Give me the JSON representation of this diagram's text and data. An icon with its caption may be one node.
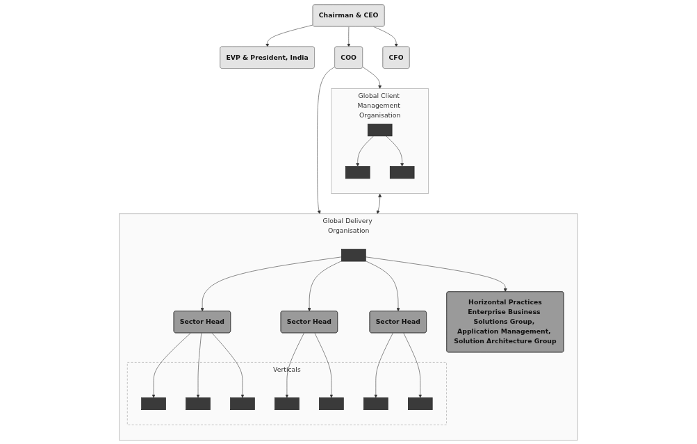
{
  "diagram": {
    "nodes": [
      {
        "text": [
          "Chairman & CEO"
        ]
      },
      {
        "text": [
          "EVP & President, India"
        ]
      },
      {
        "text": [
          "COO"
        ]
      },
      {
        "text": [
          "CFO"
        ]
      },
      {
        "text": [
          "Global Client Management Organisation"
        ]
      },
      {
        "text": [],
        "shape": "box",
        "in": 4
      },
      {
        "text": [],
        "shape": "box",
        "in": 4
      },
      {
        "text": [],
        "shape": "box",
        "in": 4
      },
      {
        "text": [
          "Global Delivery Organisation"
        ]
      },
      {
        "text": [],
        "shape": "box",
        "in": 8
      },
      {
        "text": [
          "Sector Head"
        ],
        "in": 8
      },
      {
        "text": [
          "Sector Head"
        ],
        "in": 8
      },
      {
        "text": [
          "Sector Head"
        ],
        "in": 8
      },
      {
        "text": [
          "Verticals"
        ],
        "in": 8
      },
      {
        "text": [],
        "shape": "box",
        "in": 13
      },
      {
        "text": [],
        "shape": "box",
        "in": 13
      },
      {
        "text": [],
        "shape": "box",
        "in": 13
      },
      {
        "text": [],
        "shape": "box",
        "in": 13
      },
      {
        "text": [],
        "shape": "box",
        "in": 13
      },
      {
        "text": [],
        "shape": "box",
        "in": 13
      },
      {
        "text": [],
        "shape": "box",
        "in": 13
      },
      {
        "text": [
          "Horizontal Practices",
          "Enterprise Business Solutions Group, Application Management, Solution Architecture Group"
        ],
        "in": 8
      }
    ],
    "edges": [
      {
        "from": 0,
        "to": 1,
        "arrow": "to"
      },
      {
        "from": 0,
        "to": 2,
        "arrow": "to"
      },
      {
        "from": 0,
        "to": 3,
        "arrow": "to"
      },
      {
        "from": 2,
        "to": 4,
        "arrow": "to"
      },
      {
        "from": 2,
        "to": 8,
        "arrow": "to"
      },
      {
        "from": 5,
        "to": 6,
        "arrow": "to"
      },
      {
        "from": 5,
        "to": 7,
        "arrow": "to"
      },
      {
        "from": 4,
        "to": 8,
        "arrow": "both"
      },
      {
        "from": 9,
        "to": 10,
        "arrow": "to"
      },
      {
        "from": 9,
        "to": 11,
        "arrow": "to"
      },
      {
        "from": 9,
        "to": 12,
        "arrow": "to"
      },
      {
        "from": 10,
        "to": 14,
        "arrow": "to"
      },
      {
        "from": 10,
        "to": 15,
        "arrow": "to"
      },
      {
        "from": 10,
        "to": 16,
        "arrow": "to"
      },
      {
        "from": 11,
        "to": 17,
        "arrow": "to"
      },
      {
        "from": 11,
        "to": 18,
        "arrow": "to"
      },
      {
        "from": 12,
        "to": 19,
        "arrow": "to"
      },
      {
        "from": 12,
        "to": 20,
        "arrow": "to"
      },
      {
        "from": 9,
        "to": 21,
        "arrow": "to"
      }
    ]
  }
}
